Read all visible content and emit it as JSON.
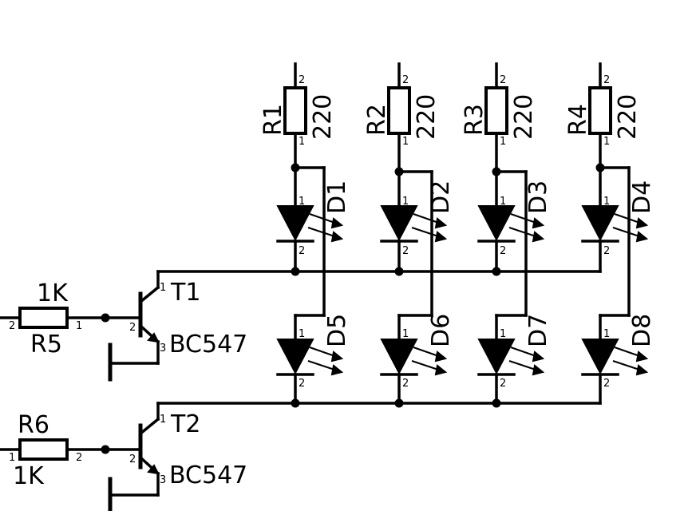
{
  "resistors_top": [
    {
      "name": "R1",
      "value": "220",
      "pin_top": "2",
      "pin_bottom": "1"
    },
    {
      "name": "R2",
      "value": "220",
      "pin_top": "2",
      "pin_bottom": "1"
    },
    {
      "name": "R3",
      "value": "220",
      "pin_top": "2",
      "pin_bottom": "1"
    },
    {
      "name": "R4",
      "value": "220",
      "pin_top": "2",
      "pin_bottom": "1"
    }
  ],
  "leds_top": [
    {
      "name": "D1",
      "pin_anode": "1",
      "pin_cathode": "2"
    },
    {
      "name": "D2",
      "pin_anode": "1",
      "pin_cathode": "2"
    },
    {
      "name": "D3",
      "pin_anode": "1",
      "pin_cathode": "2"
    },
    {
      "name": "D4",
      "pin_anode": "1",
      "pin_cathode": "2"
    }
  ],
  "leds_bottom": [
    {
      "name": "D5",
      "pin_anode": "1",
      "pin_cathode": "2"
    },
    {
      "name": "D6",
      "pin_anode": "1",
      "pin_cathode": "2"
    },
    {
      "name": "D7",
      "pin_anode": "1",
      "pin_cathode": "2"
    },
    {
      "name": "D8",
      "pin_anode": "1",
      "pin_cathode": "2"
    }
  ],
  "resistor_r5": {
    "name": "R5",
    "value": "1K",
    "pin_left": "2",
    "pin_right": "1"
  },
  "resistor_r6": {
    "name": "R6",
    "value": "1K",
    "pin_left": "1",
    "pin_right": "2"
  },
  "transistor_t1": {
    "name": "T1",
    "part": "BC547",
    "pin_c": "1",
    "pin_b": "2",
    "pin_e": "3"
  },
  "transistor_t2": {
    "name": "T2",
    "part": "BC547",
    "pin_c": "1",
    "pin_b": "2",
    "pin_e": "3"
  }
}
